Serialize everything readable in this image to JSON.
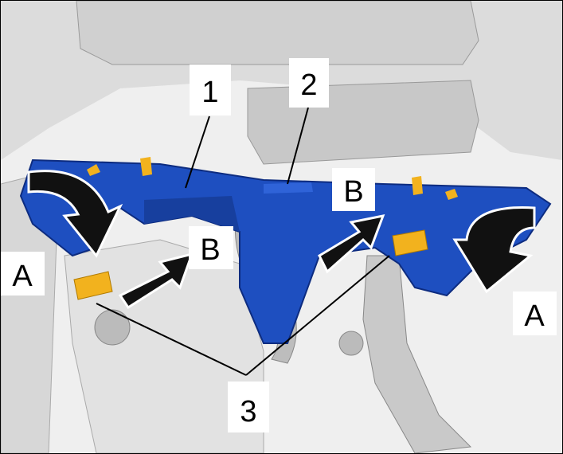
{
  "diagram": {
    "callouts": {
      "c1": "1",
      "c2": "2",
      "c3": "3",
      "a_left": "A",
      "a_right": "A",
      "b_left": "B",
      "b_right": "B"
    },
    "colors": {
      "panel": "#1e4fc0",
      "clip": "#f2b21e",
      "arrow": "#111111",
      "background": "#e6e6e6"
    }
  }
}
